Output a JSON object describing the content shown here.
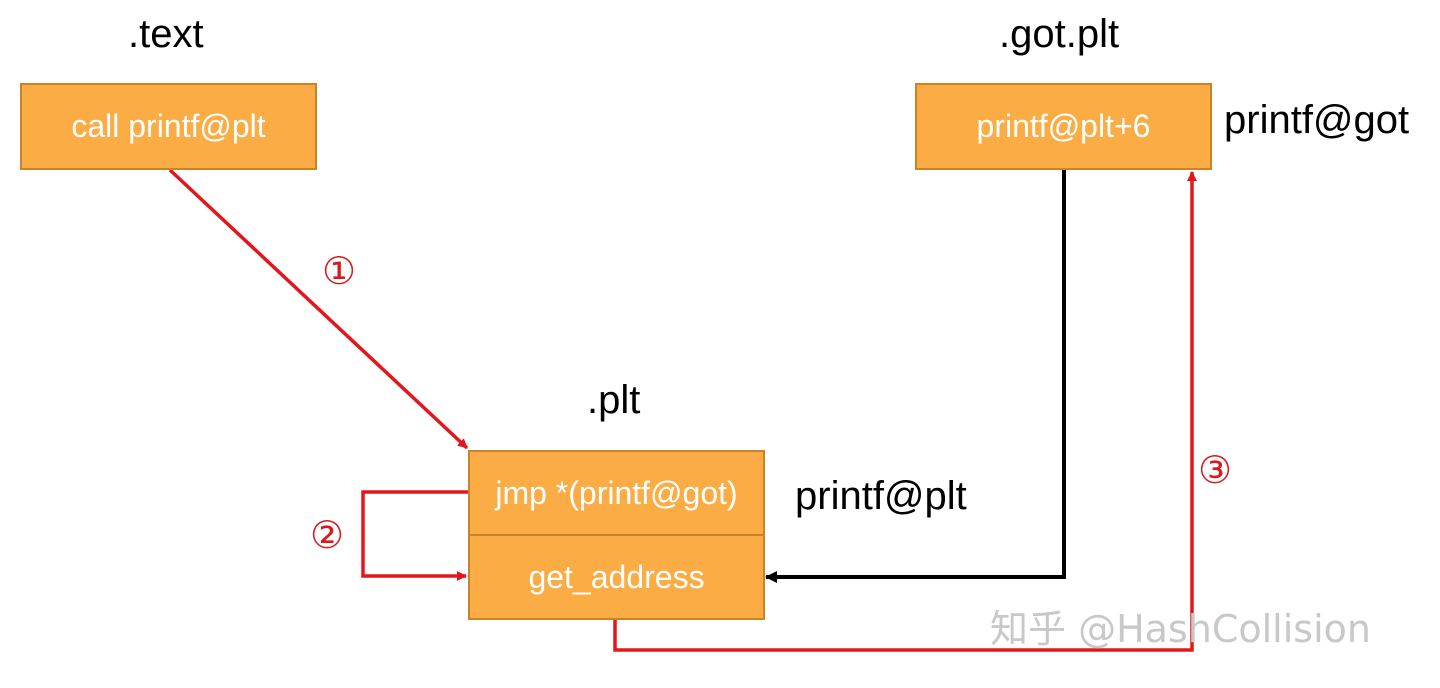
{
  "sections": {
    "text": ".text",
    "got_plt": ".got.plt",
    "plt": ".plt"
  },
  "boxes": {
    "call": "call printf@plt",
    "got_entry": "printf@plt+6",
    "jmp": "jmp *(printf@got)",
    "get_address": "get_address"
  },
  "side_labels": {
    "printf_got": "printf@got",
    "printf_plt": "printf@plt"
  },
  "steps": [
    "①",
    "②",
    "③"
  ],
  "watermark": "知乎 @HashCollision",
  "colors": {
    "box_fill": "#fbac44",
    "box_border": "#c98328",
    "arrow_red": "#e3161b",
    "arrow_black": "#000000"
  }
}
